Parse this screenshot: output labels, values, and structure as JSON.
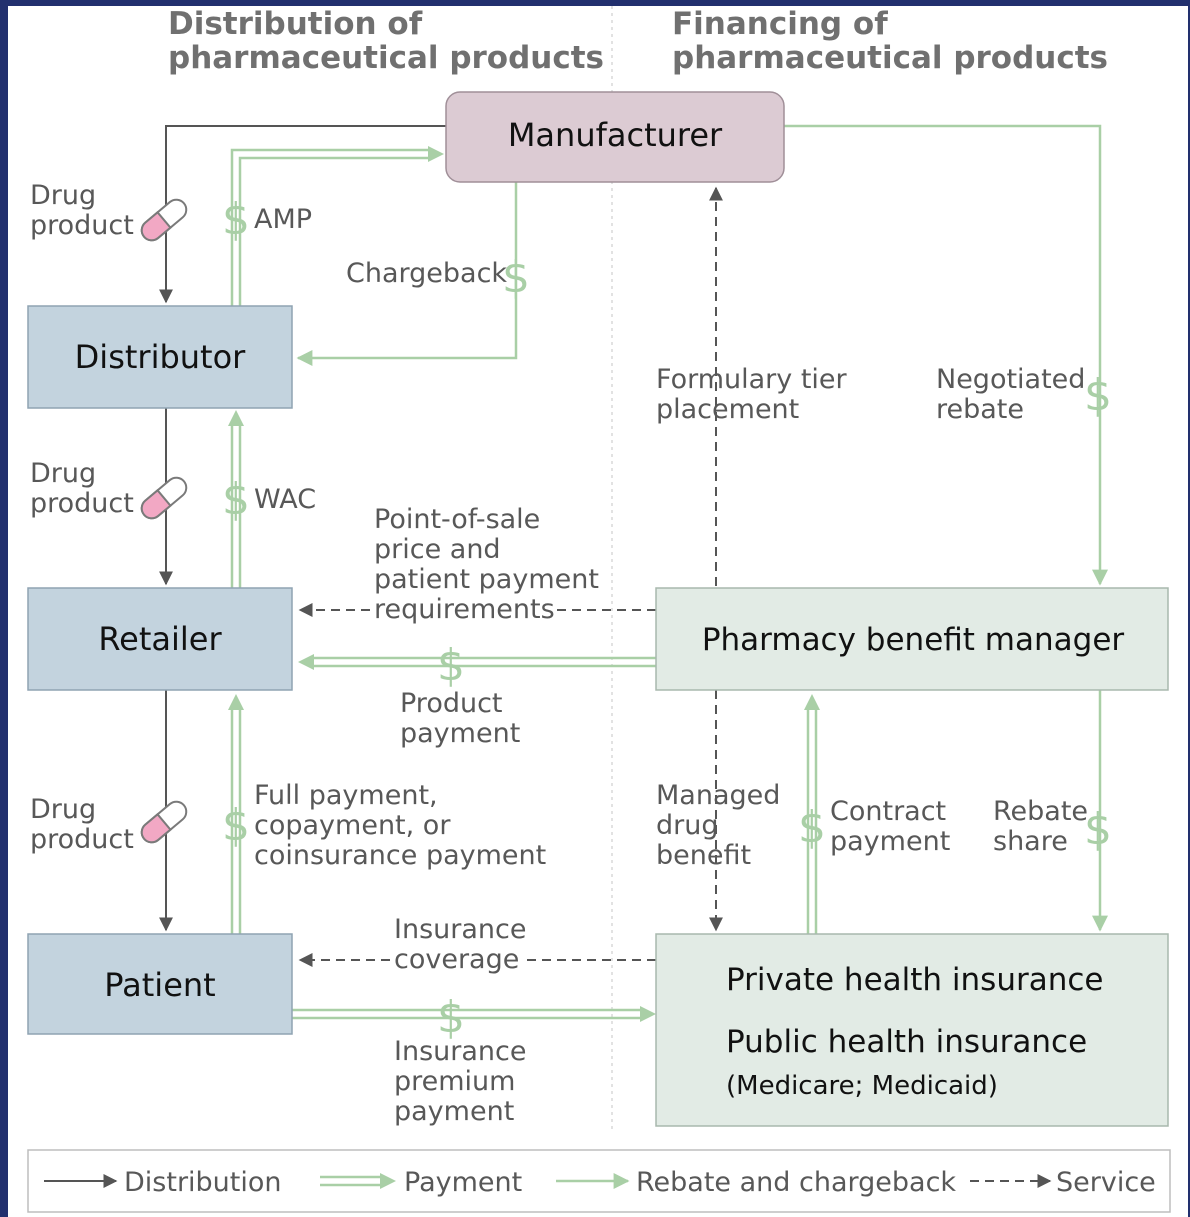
{
  "headers": {
    "distribution": [
      "Distribution of",
      "pharmaceutical products"
    ],
    "financing": [
      "Financing of",
      "pharmaceutical products"
    ]
  },
  "nodes": {
    "manufacturer": "Manufacturer",
    "distributor": "Distributor",
    "retailer": "Retailer",
    "patient": "Patient",
    "pbm": "Pharmacy benefit manager",
    "insurance_private": "Private health insurance",
    "insurance_public": "Public health insurance",
    "insurance_public_note": "(Medicare; Medicaid)"
  },
  "labels": {
    "drug_product": [
      "Drug",
      "product"
    ],
    "amp": "AMP",
    "chargeback": "Chargeback",
    "wac": "WAC",
    "formulary": [
      "Formulary tier",
      "placement"
    ],
    "negotiated_rebate": [
      "Negotiated",
      "rebate"
    ],
    "point_of_sale": [
      "Point-of-sale",
      "price and",
      "patient payment",
      "requirements"
    ],
    "product_payment": [
      "Product",
      "payment"
    ],
    "full_payment": [
      "Full payment,",
      "copayment, or",
      "coinsurance payment"
    ],
    "managed_drug_benefit": [
      "Managed",
      "drug",
      "benefit"
    ],
    "contract_payment": [
      "Contract",
      "payment"
    ],
    "rebate_share": [
      "Rebate",
      "share"
    ],
    "insurance_coverage": [
      "Insurance",
      "coverage"
    ],
    "insurance_premium": [
      "Insurance",
      "premium",
      "payment"
    ],
    "dollar_sign": "$"
  },
  "legend": {
    "distribution": "Distribution",
    "payment": "Payment",
    "rebate": "Rebate and chargeback",
    "service": "Service"
  },
  "colors": {
    "manufacturer_fill": "#dccbd3",
    "distribution_nodes_fill": "#c3d3de",
    "financing_nodes_fill": "#e2ebe5",
    "green_flow": "#a9cfa6",
    "gray_flow": "#555555",
    "pill_pink": "#f2a8c4"
  }
}
